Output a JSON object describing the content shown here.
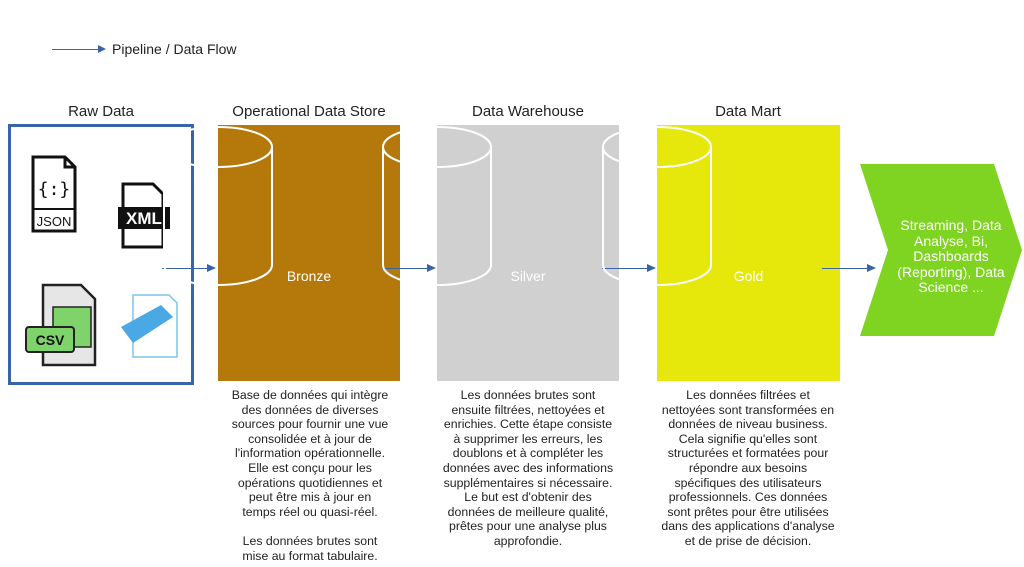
{
  "legend": {
    "label": "Pipeline / Data Flow"
  },
  "raw": {
    "title": "Raw Data",
    "files": [
      "JSON",
      "XML",
      "CSV"
    ]
  },
  "stages": [
    {
      "title": "Operational Data Store",
      "label": "Bronze",
      "color": "#b5780b",
      "text": "Base de données qui intègre\ndes données de diverses\nsources pour fournir une vue\nconsolidée et à jour de\nl'information opérationnelle.\nElle est conçu pour les\nopérations quotidiennes et\npeut être mis à jour en\ntemps réel ou quasi-réel.\n\nLes données brutes sont\nmise au format tabulaire."
    },
    {
      "title": "Data Warehouse",
      "label": "Silver",
      "color": "#d0d0d0",
      "text": "Les données brutes sont\nensuite filtrées, nettoyées et\nenrichies. Cette étape consiste\nà supprimer les erreurs, les\ndoublons et à compléter les\ndonnées avec des informations\nsupplémentaires si nécessaire.\nLe but est d'obtenir des\ndonnées de meilleure qualité,\nprêtes pour une analyse plus\napprofondie."
    },
    {
      "title": "Data Mart",
      "label": "Gold",
      "color": "#e5e80a",
      "text": "Les données filtrées et\nnettoyées sont transformées en\ndonnées de niveau business.\nCela signifie qu'elles sont\nstructurées et formatées pour\nrépondre aux besoins\nspécifiques des utilisateurs\nprofessionnels. Ces données\nsont prêtes pour être utilisées\ndans des applications d'analyse\net de prise de décision."
    }
  ],
  "output": {
    "text": "Streaming, Data Analyse, Bi, Dashboards (Reporting), Data Science ...",
    "color": "#7fd321"
  },
  "colors": {
    "flow": "#3a64a8",
    "raw_border": "#3a64a8"
  }
}
